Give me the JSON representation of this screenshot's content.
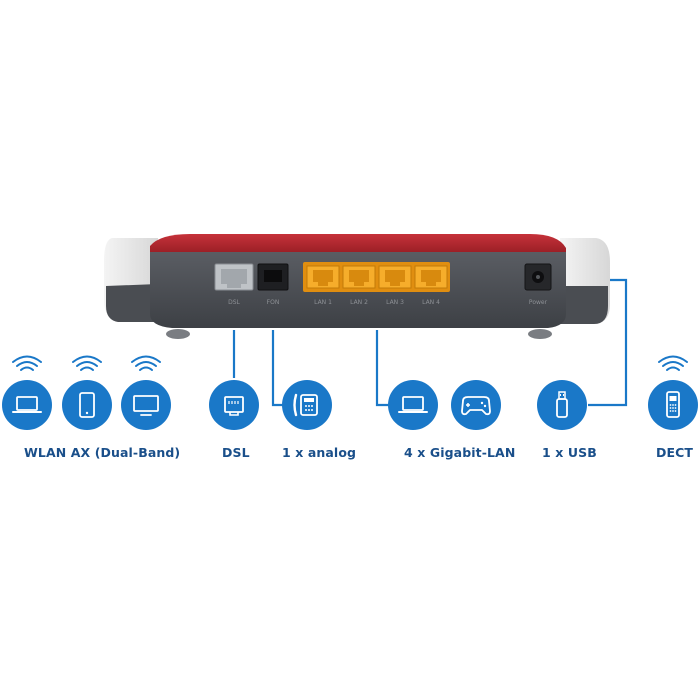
{
  "colors": {
    "accent": "#1a78c8",
    "line": "#1a78c8",
    "label": "#1a4f8a",
    "router_body": "#4c4f55",
    "router_top": "#b8232a",
    "lan_ports": "#f0a21b"
  },
  "ports": {
    "dsl": "DSL",
    "fon": "FON",
    "lan": [
      "LAN 1",
      "LAN 2",
      "LAN 3",
      "LAN 4"
    ],
    "power": "Power"
  },
  "icons": [
    {
      "id": "laptop",
      "name": "laptop-icon"
    },
    {
      "id": "tablet",
      "name": "tablet-icon"
    },
    {
      "id": "tv",
      "name": "monitor-icon"
    },
    {
      "id": "ethernet",
      "name": "ethernet-port-icon"
    },
    {
      "id": "phone",
      "name": "desk-phone-icon"
    },
    {
      "id": "laptop2",
      "name": "laptop-icon"
    },
    {
      "id": "gamepad",
      "name": "gamepad-icon"
    },
    {
      "id": "usb",
      "name": "usb-stick-icon"
    },
    {
      "id": "dect",
      "name": "cordless-phone-icon"
    }
  ],
  "labels": {
    "wlan": "WLAN AX (Dual-Band)",
    "dsl": "DSL",
    "analog": "1 x analog",
    "lan": "4 x Gigabit-LAN",
    "usb": "1 x USB",
    "dect": "DECT"
  }
}
